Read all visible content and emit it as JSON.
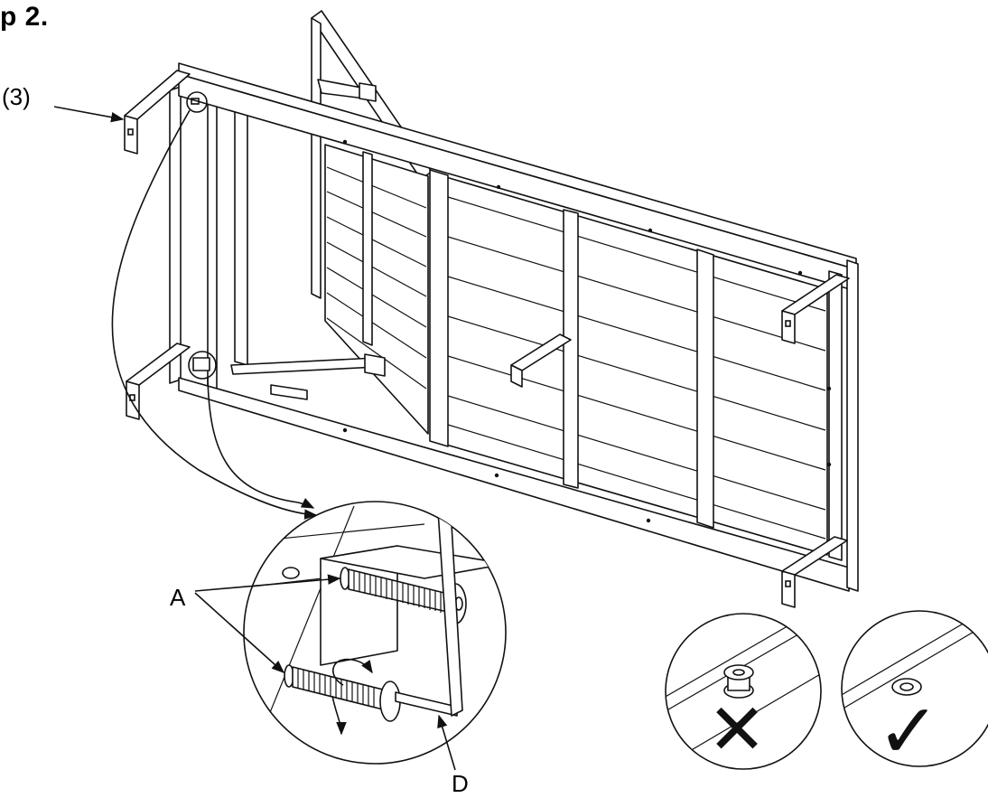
{
  "step_title": "p 2.",
  "labels": {
    "part_quantity": "(3)",
    "hardware_a": "A",
    "hardware_d": "D"
  },
  "check_symbols": {
    "wrong": "✕",
    "right": "✓"
  },
  "colors": {
    "line": "#111111",
    "fill": "#ffffff"
  }
}
